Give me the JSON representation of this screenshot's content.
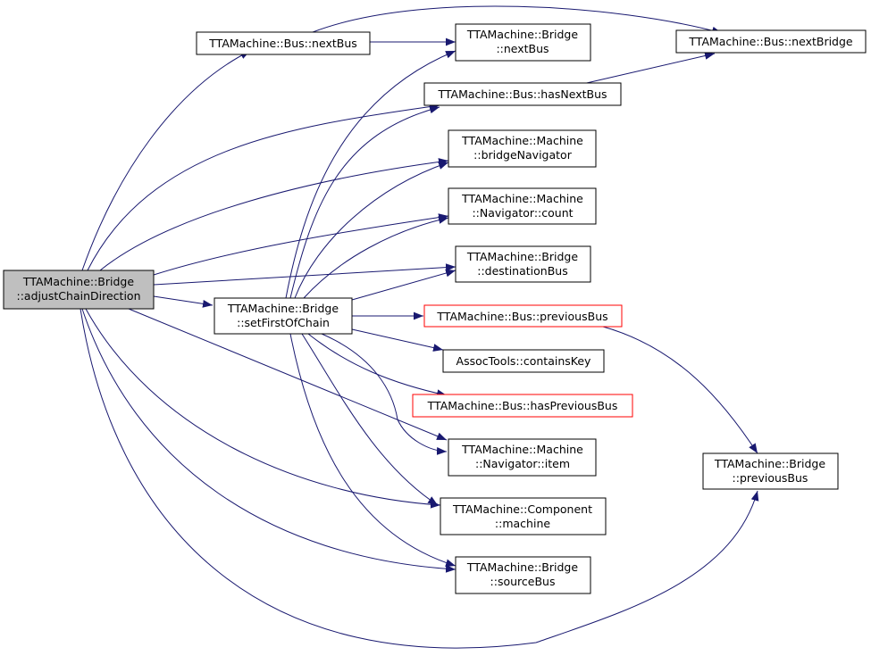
{
  "colors": {
    "edge": "#191970",
    "root_fill": "#bfbfbf",
    "incomplete_border": "#ff0000",
    "border": "#000000"
  },
  "nodes": {
    "adjust_chain_direction": {
      "lines": [
        "TTAMachine::Bridge",
        "::adjustChainDirection"
      ]
    },
    "bus_next_bus": {
      "lines": [
        "TTAMachine::Bus::nextBus"
      ]
    },
    "set_first_of_chain": {
      "lines": [
        "TTAMachine::Bridge",
        "::setFirstOfChain"
      ]
    },
    "bridge_next_bus": {
      "lines": [
        "TTAMachine::Bridge",
        "::nextBus"
      ]
    },
    "bus_has_next_bus": {
      "lines": [
        "TTAMachine::Bus::hasNextBus"
      ]
    },
    "bus_next_bridge": {
      "lines": [
        "TTAMachine::Bus::nextBridge"
      ]
    },
    "bridge_navigator": {
      "lines": [
        "TTAMachine::Machine",
        "::bridgeNavigator"
      ]
    },
    "navigator_count": {
      "lines": [
        "TTAMachine::Machine",
        "::Navigator::count"
      ]
    },
    "destination_bus": {
      "lines": [
        "TTAMachine::Bridge",
        "::destinationBus"
      ]
    },
    "bus_previous_bus": {
      "lines": [
        "TTAMachine::Bus::previousBus"
      ]
    },
    "contains_key": {
      "lines": [
        "AssocTools::containsKey"
      ]
    },
    "bus_has_previous_bus": {
      "lines": [
        "TTAMachine::Bus::hasPreviousBus"
      ]
    },
    "navigator_item": {
      "lines": [
        "TTAMachine::Machine",
        "::Navigator::item"
      ]
    },
    "component_machine": {
      "lines": [
        "TTAMachine::Component",
        "::machine"
      ]
    },
    "source_bus": {
      "lines": [
        "TTAMachine::Bridge",
        "::sourceBus"
      ]
    },
    "bridge_previous_bus": {
      "lines": [
        "TTAMachine::Bridge",
        "::previousBus"
      ]
    }
  }
}
